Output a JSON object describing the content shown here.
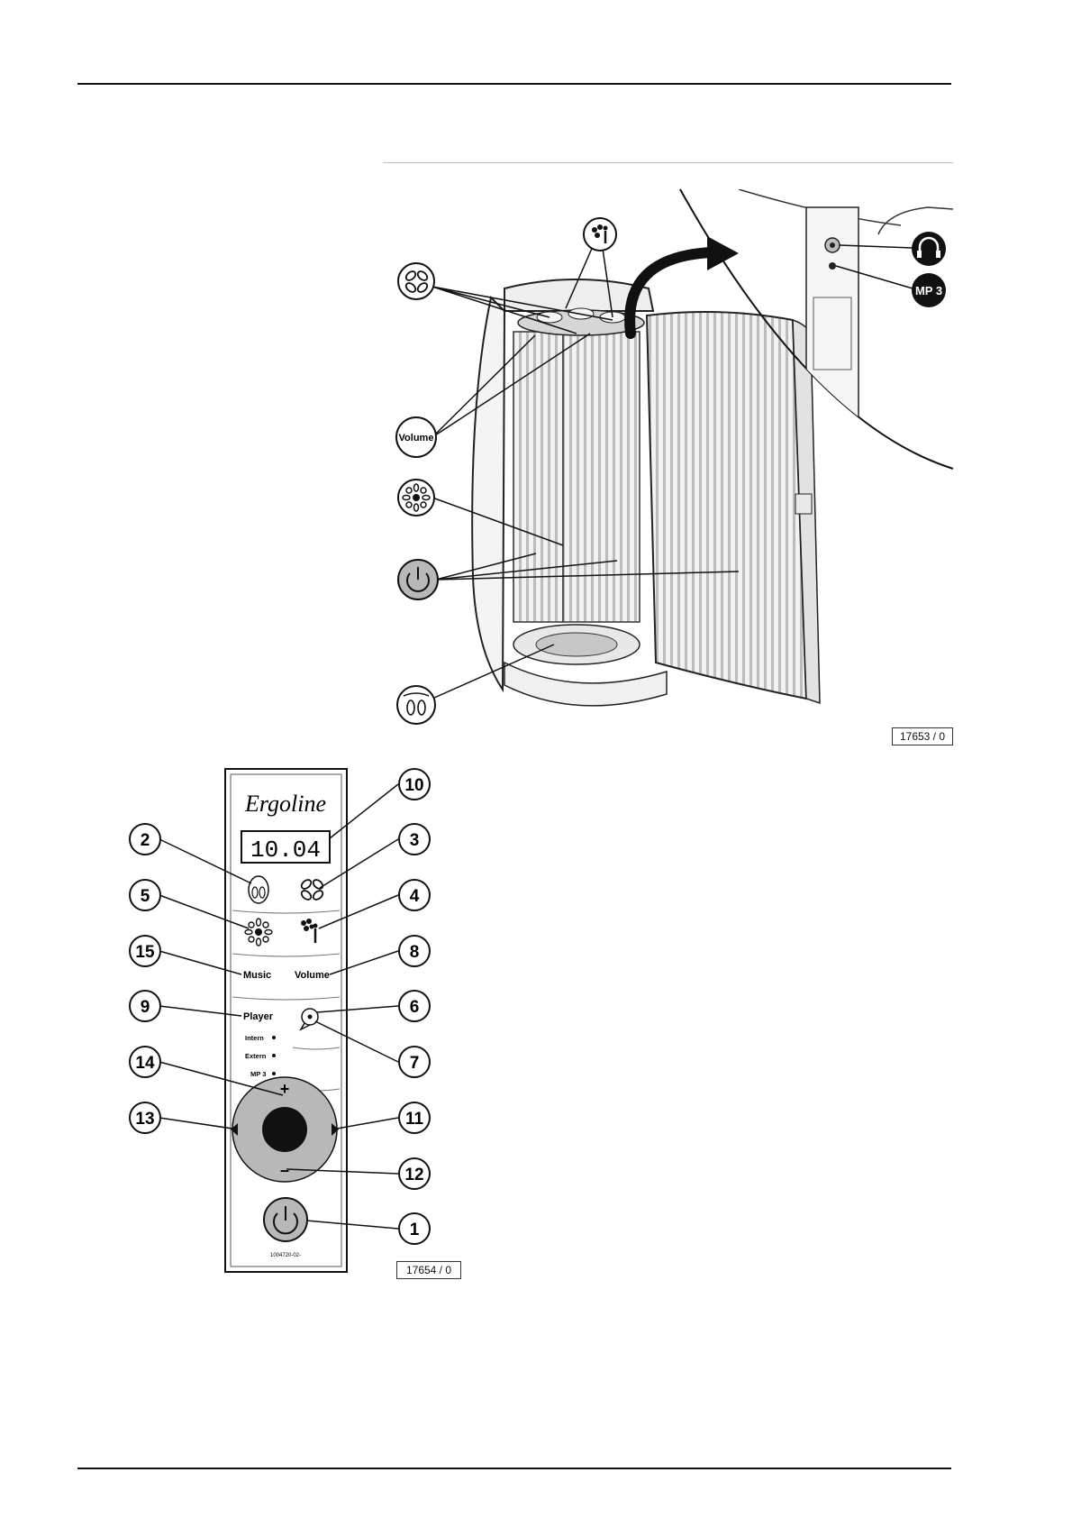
{
  "figure1": {
    "code": "17653 / 0",
    "labels": {
      "volume": "Volume",
      "mp3": "MP 3"
    },
    "icons": [
      "fan-icon",
      "aroma-icon",
      "volume-badge",
      "sun-icon",
      "power-icon",
      "foot-icon",
      "headphones-icon",
      "mp3-badge"
    ]
  },
  "figure2": {
    "code": "17654 / 0",
    "brand": "Ergoline",
    "display": "10.04",
    "labels": {
      "music": "Music",
      "volume": "Volume",
      "player": "Player",
      "intern": "Intern",
      "extern": "Extern",
      "mp3": "MP 3",
      "plus": "+",
      "minus": "–",
      "part_number": "1004720-02-"
    },
    "callouts": [
      "10",
      "2",
      "3",
      "5",
      "4",
      "15",
      "8",
      "9",
      "6",
      "14",
      "7",
      "13",
      "11",
      "12",
      "1"
    ]
  },
  "colors": {
    "ink": "#111111",
    "panel_grey": "#b8b8b8",
    "light_grey": "#e6e6e6",
    "rule_grey": "#bdbdbd"
  }
}
